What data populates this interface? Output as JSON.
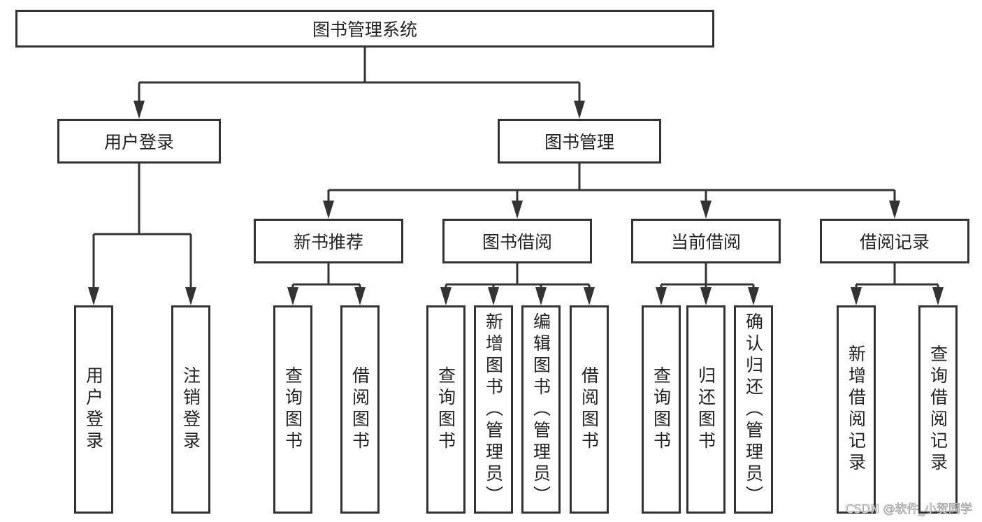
{
  "diagram": {
    "root": "图书管理系统",
    "level1": [
      {
        "label": "用户登录",
        "children": [
          "用户登录",
          "注销登录"
        ]
      },
      {
        "label": "图书管理",
        "children": [
          {
            "label": "新书推荐",
            "children": [
              "查询图书",
              "借阅图书"
            ]
          },
          {
            "label": "图书借阅",
            "children": [
              "查询图书",
              "新增图书（管理员）",
              "编辑图书（管理员）",
              "借阅图书"
            ]
          },
          {
            "label": "当前借阅",
            "children": [
              "查询图书",
              "归还图书",
              "确认归还（管理员）"
            ]
          },
          {
            "label": "借阅记录",
            "children": [
              "新增借阅记录",
              "查询借阅记录"
            ]
          }
        ]
      }
    ],
    "line_color": "#333333"
  },
  "watermark": "CSDN @软件_小贺同学"
}
